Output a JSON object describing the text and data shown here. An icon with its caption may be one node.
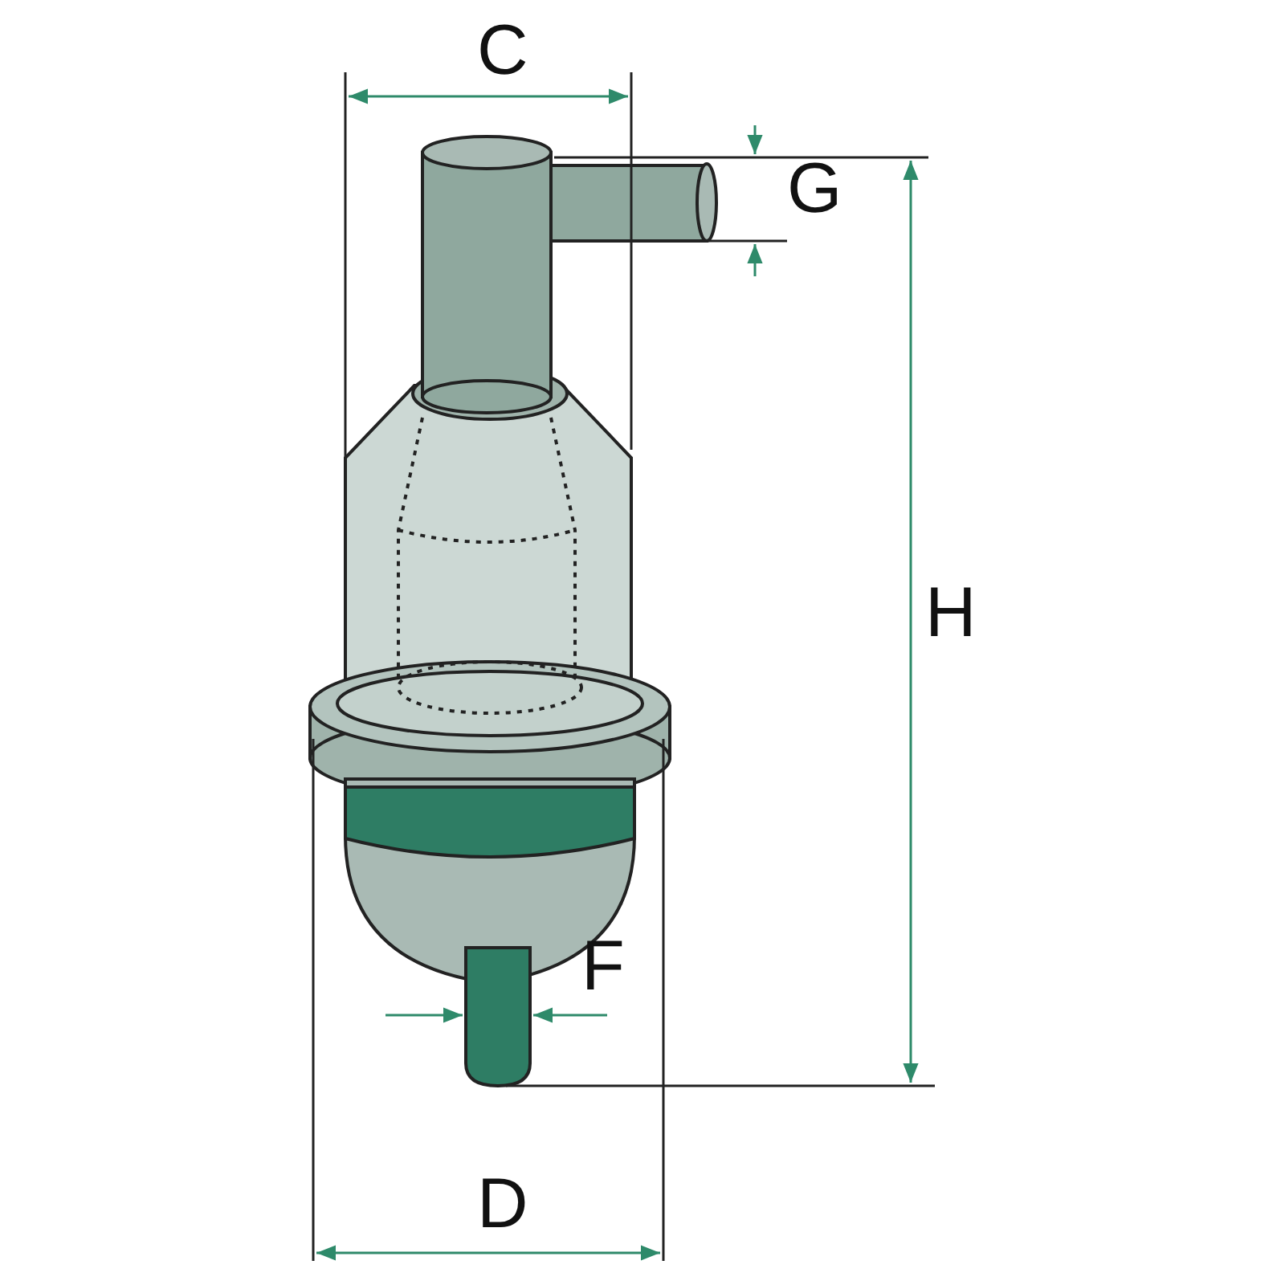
{
  "diagram": {
    "labels": [
      "C",
      "G",
      "H",
      "F",
      "D"
    ]
  }
}
